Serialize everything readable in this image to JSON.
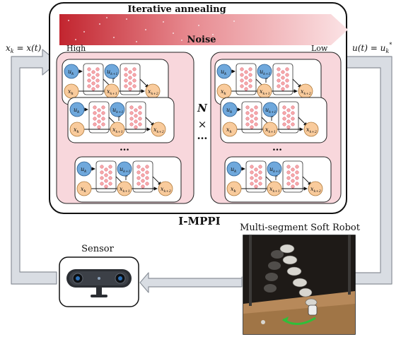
{
  "top_banner": {
    "title": "Iterative annealing",
    "noise": "Noise",
    "high": "High",
    "low": "Low"
  },
  "equations": {
    "left": "x_k = x(t)",
    "right": "u(t) = u_k^*"
  },
  "multiplier": {
    "n": "N",
    "times": "×",
    "dots": "…"
  },
  "cell_dots": "…",
  "nodes": {
    "u": [
      "u_k",
      "u_{k+1}"
    ],
    "x": [
      "x_k",
      "x_{k+1}",
      "x_{k+2}"
    ]
  },
  "impi_label": "I-MPPI",
  "robot": {
    "title": "Multi-segment Soft Robot"
  },
  "sensor": {
    "title": "Sensor"
  },
  "colors": {
    "panel_bg": "#f8d7dc",
    "node_u": "#6fa8dc",
    "node_x": "#f9cb9c",
    "flow_arrow": "#d9dde3",
    "noise_red": "#c2252f"
  }
}
